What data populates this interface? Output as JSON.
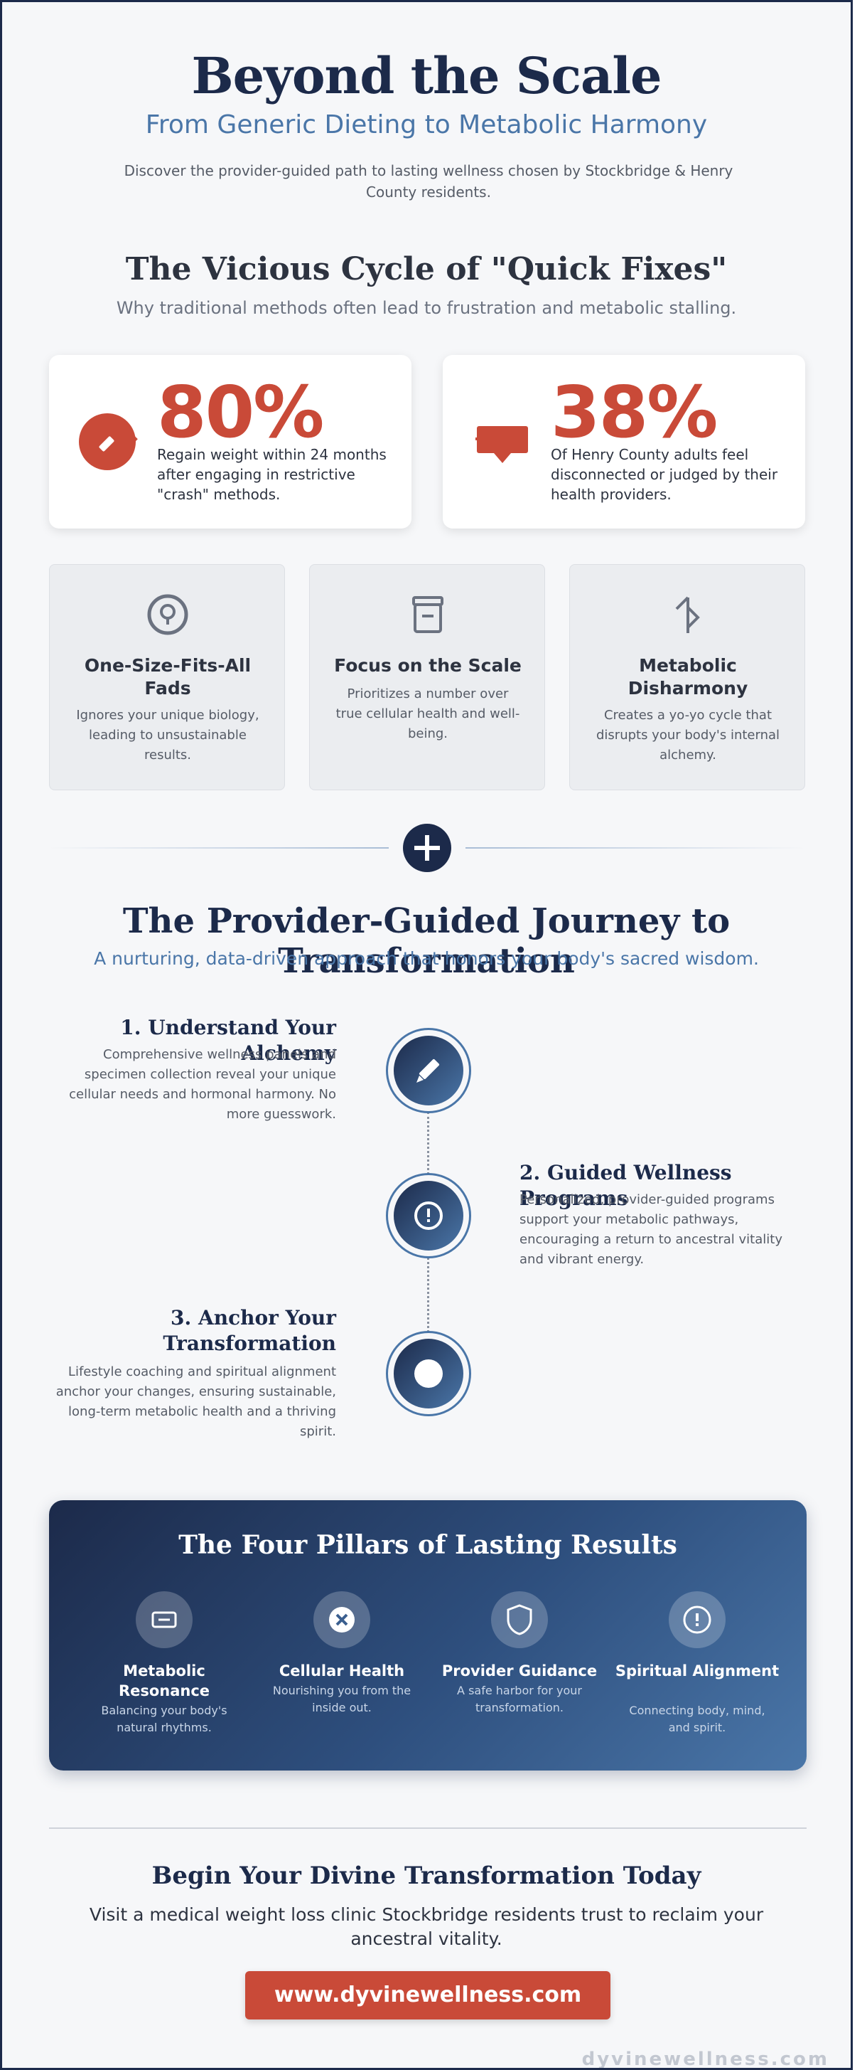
{
  "header": {
    "title": "Beyond the Scale",
    "subtitle": "From Generic Dieting to Metabolic Harmony",
    "intro": "Discover the provider-guided path to lasting wellness chosen by Stockbridge & Henry County residents."
  },
  "vicious_cycle": {
    "title": "The Vicious Cycle of \"Quick Fixes\"",
    "subtitle": "Why traditional methods often lead to frustration and metabolic stalling.",
    "stats": [
      {
        "value": "80%",
        "text": "Regain weight within 24 months after engaging in restrictive \"crash\" methods.",
        "icon": "scale-icon"
      },
      {
        "value": "38%",
        "text": "Of Henry County adults feel disconnected or judged by their health providers.",
        "icon": "message-icon"
      }
    ],
    "problems": [
      {
        "title": "One-Size-Fits-All Fads",
        "text": "Ignores your unique biology, leading to unsustainable results.",
        "icon": "target-icon"
      },
      {
        "title": "Focus on the Scale",
        "text": "Prioritizes a number over true cellular health and well-being.",
        "icon": "scale-box-icon"
      },
      {
        "title": "Metabolic Disharmony",
        "text": "Creates a yo-yo cycle that disrupts your body's internal alchemy.",
        "icon": "split-arrow-icon"
      }
    ]
  },
  "journey": {
    "title": "The Provider-Guided Journey to Transformation",
    "subtitle": "A nurturing, data-driven approach that honors your body's sacred wisdom.",
    "steps": [
      {
        "title": "1. Understand Your Alchemy",
        "text": "Comprehensive wellness panels and specimen collection reveal your unique cellular needs and hormonal harmony. No more guesswork.",
        "icon": "pencil-icon"
      },
      {
        "title": "2. Guided Wellness Programs",
        "text": "Personalized, provider-guided programs support your metabolic pathways, encouraging a return to ancestral vitality and vibrant energy.",
        "icon": "alert-icon"
      },
      {
        "title": "3. Anchor Your Transformation",
        "text": "Lifestyle coaching and spiritual alignment anchor your changes, ensuring sustainable, long-term metabolic health and a thriving spirit.",
        "icon": "anchor-icon"
      }
    ]
  },
  "pillars": {
    "title": "The Four Pillars of Lasting Results",
    "items": [
      {
        "title": "Metabolic Resonance",
        "text": "Balancing your body's natural rhythms.",
        "icon": "balance-icon"
      },
      {
        "title": "Cellular Health",
        "text": "Nourishing you from the inside out.",
        "icon": "cell-icon"
      },
      {
        "title": "Provider Guidance",
        "text": "A safe harbor for your transformation.",
        "icon": "shield-icon"
      },
      {
        "title": "Spiritual Alignment",
        "text": "Connecting body, mind, and spirit.",
        "icon": "spirit-icon"
      }
    ]
  },
  "cta": {
    "title": "Begin Your Divine Transformation Today",
    "text": "Visit a medical weight loss clinic Stockbridge residents trust to reclaim your ancestral vitality.",
    "button": "www.dyvinewellness.com"
  },
  "watermark": "dyvinewellness.com",
  "colors": {
    "navy": "#1c2a4a",
    "blue": "#4a76a8",
    "accent_red": "#c94a38",
    "background": "#f6f7f9"
  }
}
